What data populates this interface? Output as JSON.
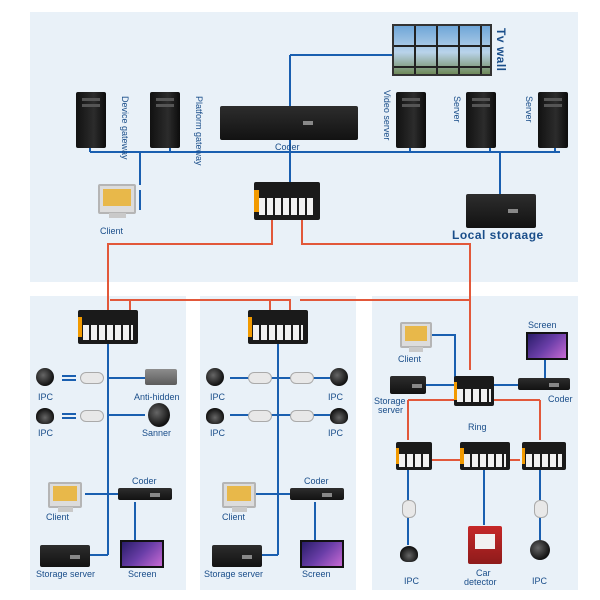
{
  "top": {
    "device_gateway": "Device gateway",
    "platform_gateway": "Platform gateway",
    "coder": "Coder",
    "video_server": "Video server",
    "server1": "Server",
    "server2": "Server",
    "tv_wall": "Tv wall",
    "client": "Client",
    "local_storage": "Local storaage"
  },
  "left": {
    "ipc1": "IPC",
    "ipc2": "IPC",
    "anti_hidden": "Anti-hidden",
    "sanner": "Sanner",
    "coder": "Coder",
    "client": "Client",
    "storage_server": "Storage server",
    "screen": "Screen"
  },
  "middle": {
    "ipc1": "IPC",
    "ipc2": "IPC",
    "ipc3": "IPC",
    "ipc4": "IPC",
    "coder": "Coder",
    "client": "Client",
    "storage_server": "Storage server",
    "screen": "Screen"
  },
  "right": {
    "screen": "Screen",
    "client": "Client",
    "storage_server": "Storage\nserver",
    "coder": "Coder",
    "ring": "Ring",
    "ipc1": "IPC",
    "car_detector": "Car\ndetector",
    "ipc2": "IPC"
  },
  "colors": {
    "blue_line": "#1a5fb0",
    "red_line": "#e2583a",
    "panel": "#e9f1f8"
  }
}
